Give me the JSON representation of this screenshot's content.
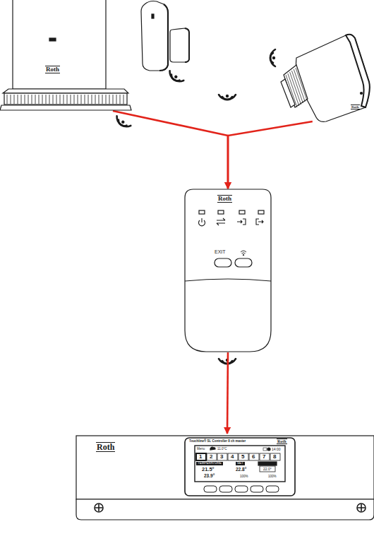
{
  "diagram": {
    "nodes": [
      {
        "text": [
          "Roth"
        ]
      },
      {
        "text": [
          "Roth"
        ]
      },
      {
        "text": [
          "Roth",
          "EXIT"
        ]
      },
      {
        "text": [
          "Roth"
        ]
      },
      {
        "text": [
          "Touchline® SL Controller 8 ch master",
          "Roth"
        ],
        "in": 3
      }
    ],
    "edges": [
      {
        "from": 0,
        "to": 2,
        "arrow": "to"
      },
      {
        "from": 1,
        "to": 2,
        "arrow": "to"
      },
      {
        "from": 2,
        "to": 3,
        "arrow": "to"
      }
    ],
    "labels": [
      "Menu",
      "11.0°C",
      "14:00",
      "1",
      "2",
      "3",
      "4",
      "5",
      "6",
      "7",
      "8",
      "TEMPERATURE",
      "SET",
      "21.5°",
      "22.8°",
      "22.0°",
      "23.9°",
      "100%",
      "100%"
    ]
  }
}
